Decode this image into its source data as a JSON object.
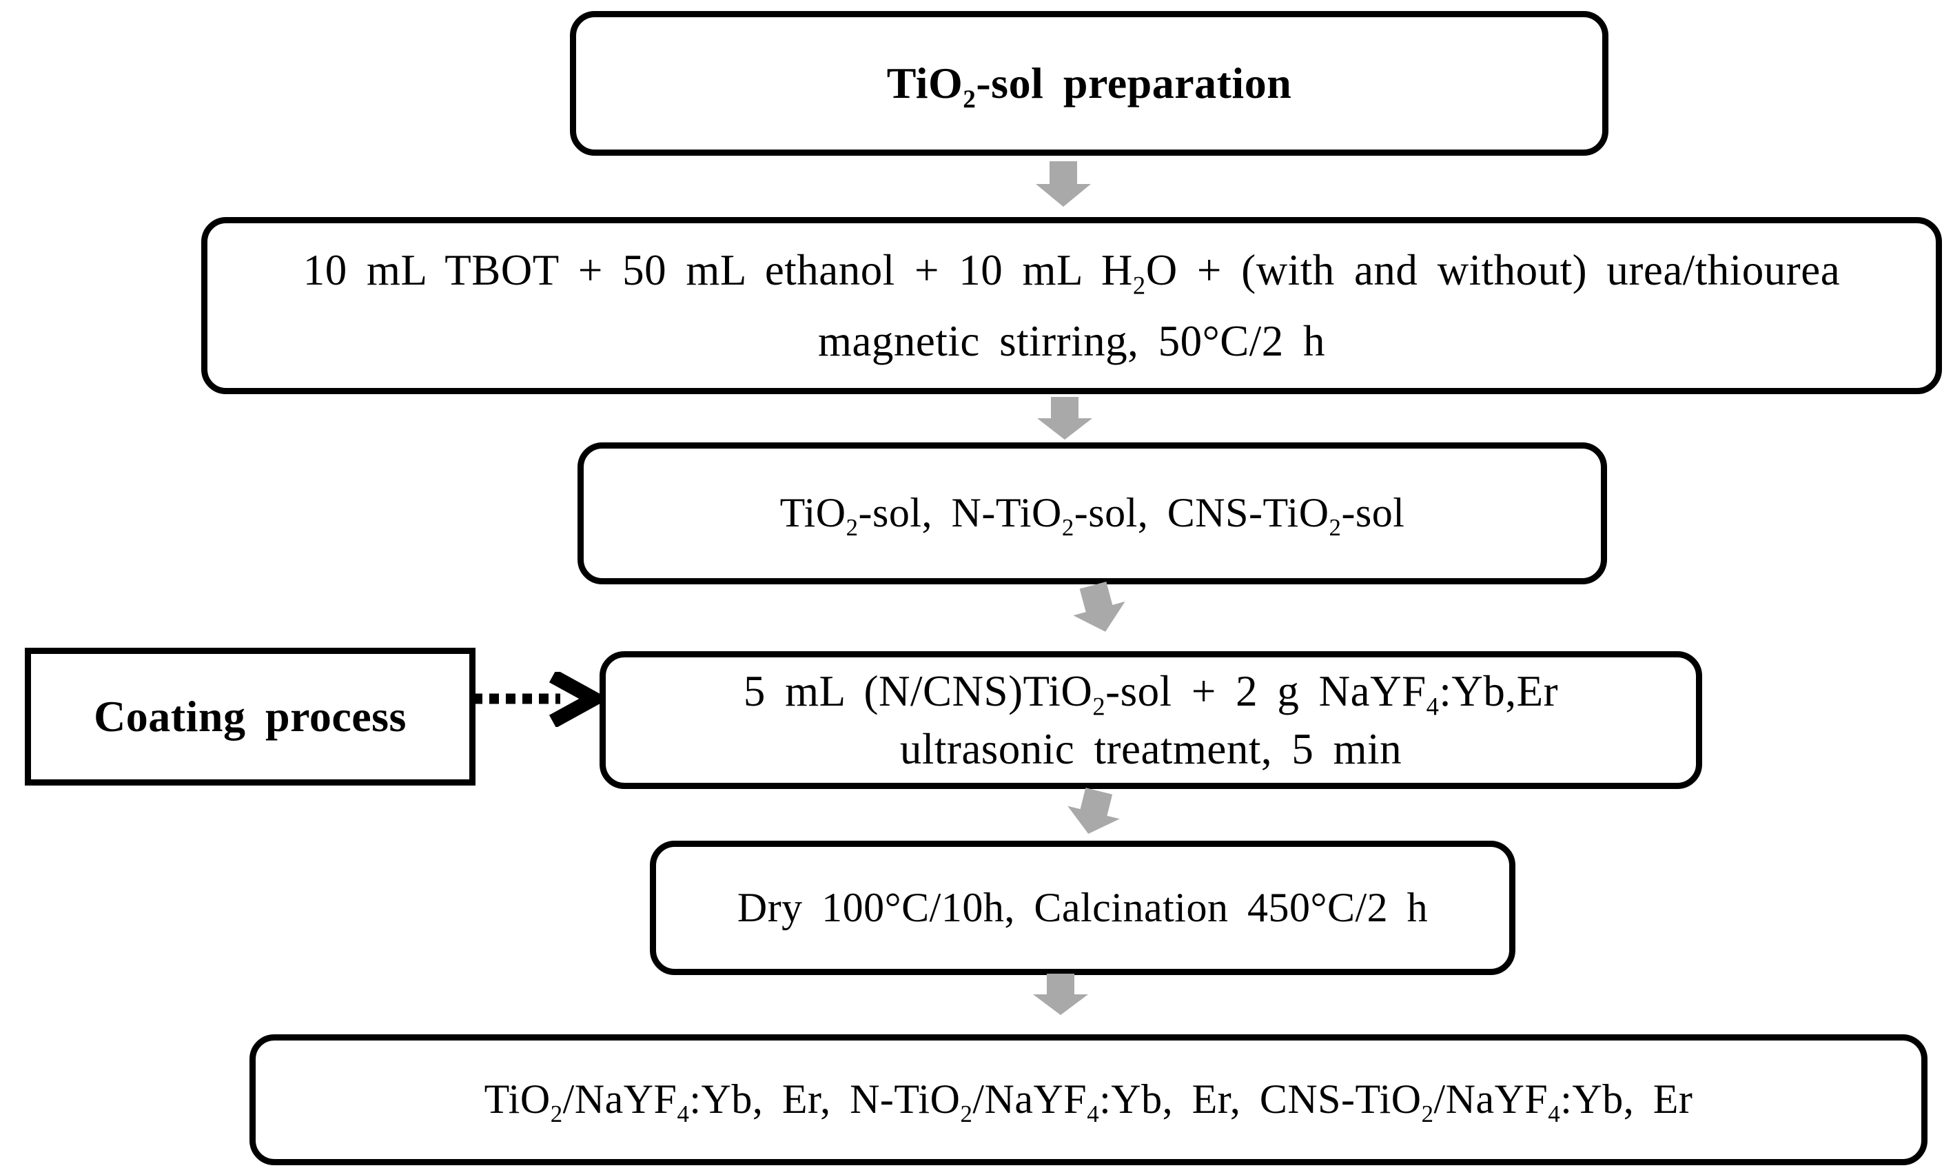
{
  "flowchart": {
    "colors": {
      "background": "#ffffff",
      "box_border": "#000000",
      "text": "#000000",
      "block_arrow_fill": "#a9a9a9",
      "dotted_arrow": "#000000"
    },
    "nodes": {
      "preparation": {
        "label": "TiO~2~-sol preparation"
      },
      "mixing": {
        "line1": "10 mL TBOT + 50 mL ethanol + 10 mL H~2~O + (with and without) urea/thiourea",
        "line2": "magnetic stirring, 50°C/2 h"
      },
      "sols": {
        "label": "TiO~2~-sol, N-TiO~2~-sol, CNS-TiO~2~-sol"
      },
      "coating": {
        "label": "Coating process"
      },
      "ultrasonic": {
        "line1": "5 mL (N/CNS)TiO~2~-sol + 2 g NaYF~4~:Yb,Er",
        "line2": "ultrasonic treatment, 5 min"
      },
      "drying": {
        "label": "Dry 100°C/10h, Calcination 450°C/2 h"
      },
      "products": {
        "label": "TiO~2~/NaYF~4~:Yb, Er, N-TiO~2~/NaYF~4~:Yb, Er, CNS-TiO~2~/NaYF~4~:Yb, Er"
      }
    }
  }
}
